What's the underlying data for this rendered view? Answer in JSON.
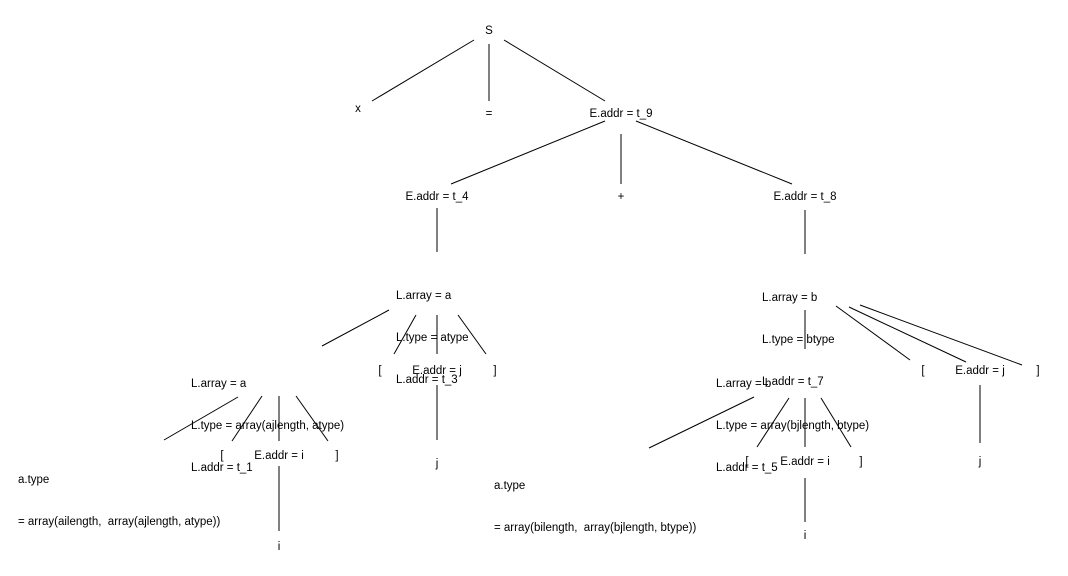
{
  "nodes": {
    "S": [
      "S"
    ],
    "x": [
      "x"
    ],
    "eq": [
      "="
    ],
    "E9": [
      "E.addr = t_9"
    ],
    "E4": [
      "E.addr = t_4"
    ],
    "plus": [
      "+"
    ],
    "E8": [
      "E.addr = t_8"
    ],
    "L3": [
      "L.array = a",
      "L.type = atype",
      "L.addr = t_3"
    ],
    "L7": [
      "L.array = b",
      "L.type = btype",
      "L.addr = t_7"
    ],
    "L1": [
      "L.array = a",
      "L.type = array(ajlength, atype)",
      "L.addr = t_1"
    ],
    "lb1": [
      "["
    ],
    "Ej1": [
      "E.addr = j"
    ],
    "rb1": [
      "]"
    ],
    "L5": [
      "L.array = b",
      "L.type = array(bjlength, btype)",
      "L.addr = t_5"
    ],
    "lb2": [
      "["
    ],
    "Ej2": [
      "E.addr = j"
    ],
    "rb2": [
      "]"
    ],
    "aType": [
      "a.type",
      "= array(ailength,  array(ajlength, atype))"
    ],
    "lb3": [
      "["
    ],
    "Ei1": [
      "E.addr = i"
    ],
    "rb3": [
      "]"
    ],
    "j1": [
      "j"
    ],
    "bType": [
      "a.type",
      "= array(bilength,  array(bjlength, btype))"
    ],
    "lb4": [
      "["
    ],
    "Ei2": [
      "E.addr = i"
    ],
    "rb4": [
      "]"
    ],
    "j2": [
      "j"
    ],
    "i1": [
      "i"
    ],
    "i2": [
      "i"
    ]
  }
}
